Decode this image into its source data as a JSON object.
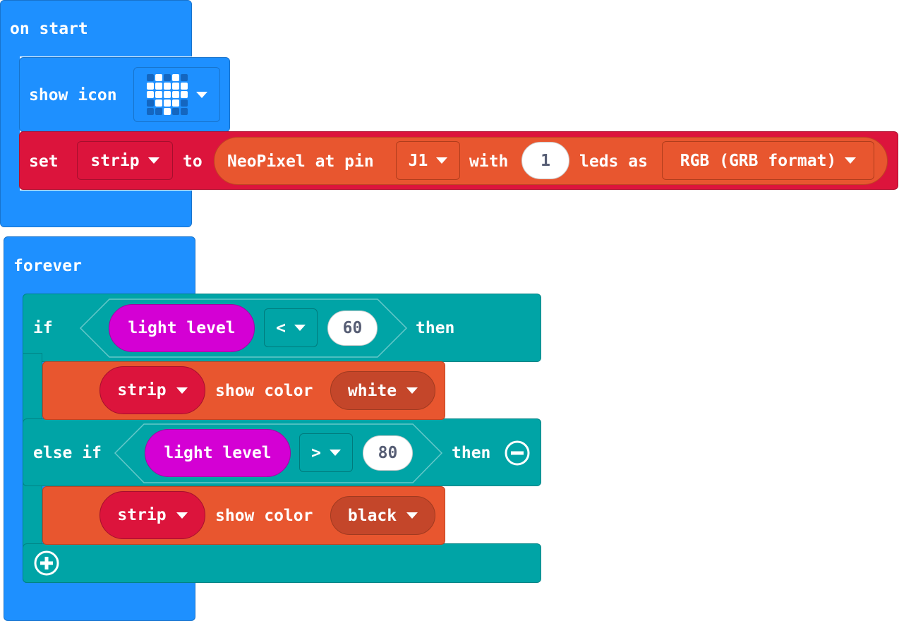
{
  "on_start": {
    "label": "on start",
    "show_icon": {
      "label": "show icon",
      "icon": [
        [
          0,
          1,
          0,
          1,
          0
        ],
        [
          1,
          1,
          1,
          1,
          1
        ],
        [
          1,
          1,
          1,
          1,
          1
        ],
        [
          0,
          1,
          1,
          1,
          0
        ],
        [
          0,
          0,
          1,
          0,
          0
        ]
      ]
    },
    "set": {
      "label": "set",
      "variable": "strip",
      "to": "to",
      "neopixel_label": "NeoPixel at pin",
      "pin": "J1",
      "with": "with",
      "leds": "1",
      "leds_as": "leds as",
      "format": "RGB (GRB format)"
    }
  },
  "forever": {
    "label": "forever",
    "if": {
      "label": "if",
      "sensor": "light level",
      "operator": "<",
      "value": "60",
      "then": "then"
    },
    "if_body": {
      "variable": "strip",
      "action": "show color",
      "color": "white"
    },
    "else_if": {
      "label": "else if",
      "sensor": "light level",
      "operator": ">",
      "value": "80",
      "then": "then"
    },
    "else_if_body": {
      "variable": "strip",
      "action": "show color",
      "color": "black"
    }
  },
  "colors": {
    "basic": "#1e90ff",
    "variables": "#dc143c",
    "neopixel": "#e8562f",
    "logic": "#00a4a6",
    "input": "#d400d4"
  }
}
